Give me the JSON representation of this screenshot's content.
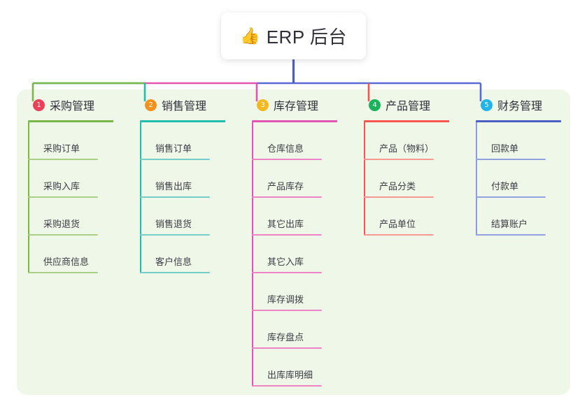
{
  "root": {
    "icon": "thumbs-up-icon",
    "icon_glyph": "👍",
    "title": "ERP 后台"
  },
  "colors": {
    "panel_background": "#eef7e8",
    "page_background": "#ffffff",
    "stem": "#4d5ec2",
    "bus_right": "#5a6ad4",
    "title_text": "#2f3038"
  },
  "columns": [
    {
      "number": "1",
      "title": "采购管理",
      "badge_color": "#ec4058",
      "rule_color": "#7ab648",
      "leaf_rule_color": "#a9cf84",
      "spine_color": "#7ab648",
      "connector_color": "#7ab648",
      "items": [
        "采购订单",
        "采购入库",
        "采购退货",
        "供应商信息"
      ]
    },
    {
      "number": "2",
      "title": "销售管理",
      "badge_color": "#f6911e",
      "rule_color": "#22bcae",
      "leaf_rule_color": "#74cdc6",
      "spine_color": "#22bcae",
      "connector_color": "#22bcae",
      "items": [
        "销售订单",
        "销售出库",
        "销售退货",
        "客户信息"
      ]
    },
    {
      "number": "3",
      "title": "库存管理",
      "badge_color": "#f5b821",
      "rule_color": "#e254b4",
      "leaf_rule_color": "#ec84c5",
      "spine_color": "#e254b4",
      "connector_color": "#e254b4",
      "items": [
        "仓库信息",
        "产品库存",
        "其它出库",
        "其它入库",
        "库存调拨",
        "库存盘点",
        "出库库明细"
      ]
    },
    {
      "number": "4",
      "title": "产品管理",
      "badge_color": "#19b35a",
      "rule_color": "#f6564f",
      "leaf_rule_color": "#f79a94",
      "spine_color": "#f6564f",
      "connector_color": "#f6564f",
      "items": [
        "产品（物料）",
        "产品分类",
        "产品单位"
      ]
    },
    {
      "number": "5",
      "title": "财务管理",
      "badge_color": "#21b4e8",
      "rule_color": "#4d5ec2",
      "leaf_rule_color": "#93a2de",
      "spine_color": "#8d9bdb",
      "connector_color": "#5a6ad4",
      "items": [
        "回款单",
        "付款单",
        "结算账户"
      ]
    }
  ]
}
